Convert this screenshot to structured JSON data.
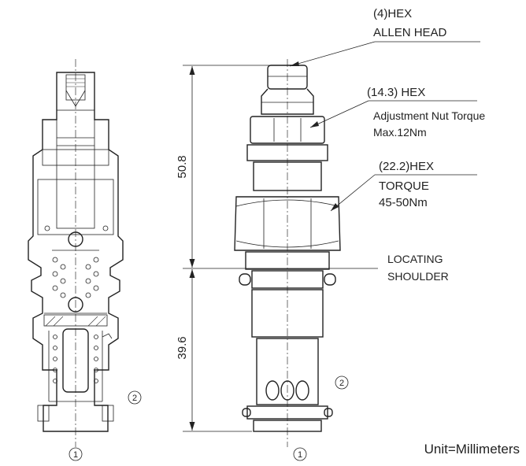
{
  "callouts": {
    "allen_head_size": "(4)HEX",
    "allen_head_label": "ALLEN HEAD",
    "adj_nut_size": "(14.3) HEX",
    "adj_nut_label": "Adjustment Nut Torque",
    "adj_nut_value": "Max.12Nm",
    "body_hex_size": "(22.2)HEX",
    "body_hex_label": "TORQUE",
    "body_hex_value": "45-50Nm",
    "shoulder_line1": "LOCATING",
    "shoulder_line2": "SHOULDER"
  },
  "dimensions": {
    "upper": "50.8",
    "lower": "39.6"
  },
  "ports": {
    "port1": "1",
    "port2": "2"
  },
  "units": "Unit=Millimeters"
}
